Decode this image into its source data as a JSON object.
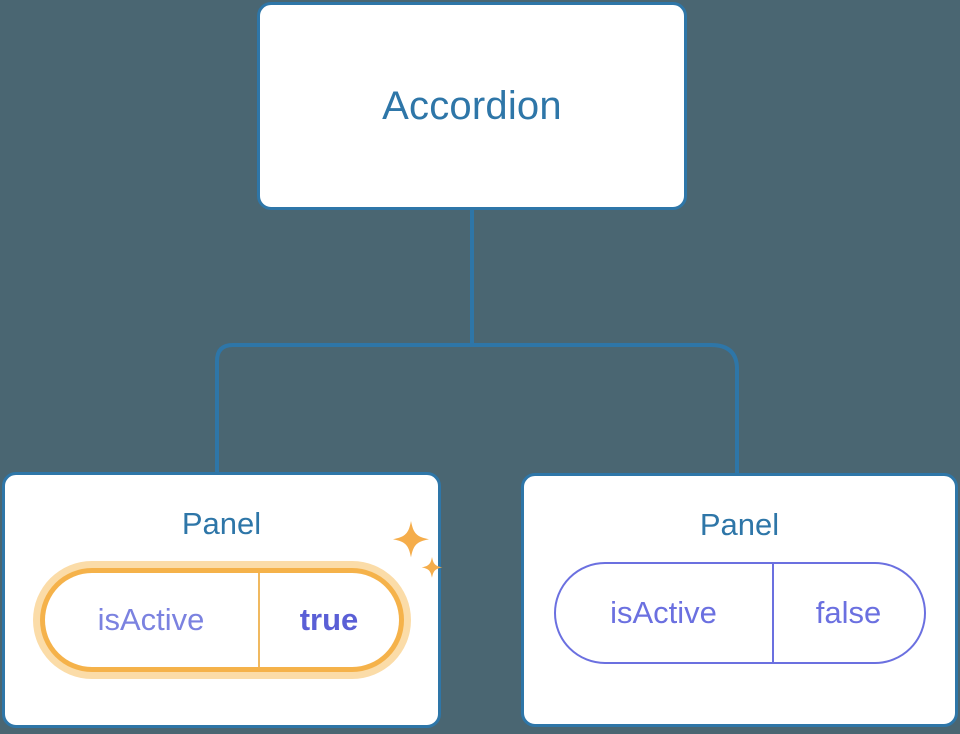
{
  "diagram": {
    "type": "component-tree",
    "background_color": "#4a6672",
    "node_border_color": "#2e76a8",
    "connector_color": "#2e76a8",
    "root": {
      "title": "Accordion"
    },
    "children": [
      {
        "title": "Panel",
        "highlighted": true,
        "prop": {
          "key": "isActive",
          "value": "true",
          "key_color": "#7b82e0",
          "value_color": "#5a5fd6",
          "border_color": "#f5b24a",
          "glow_color": "#fbdca8"
        },
        "sparkle_color": "#f5ad4b"
      },
      {
        "title": "Panel",
        "highlighted": false,
        "prop": {
          "key": "isActive",
          "value": "false",
          "key_color": "#6b70e0",
          "value_color": "#6b70e0",
          "border_color": "#6b70e0"
        }
      }
    ]
  }
}
